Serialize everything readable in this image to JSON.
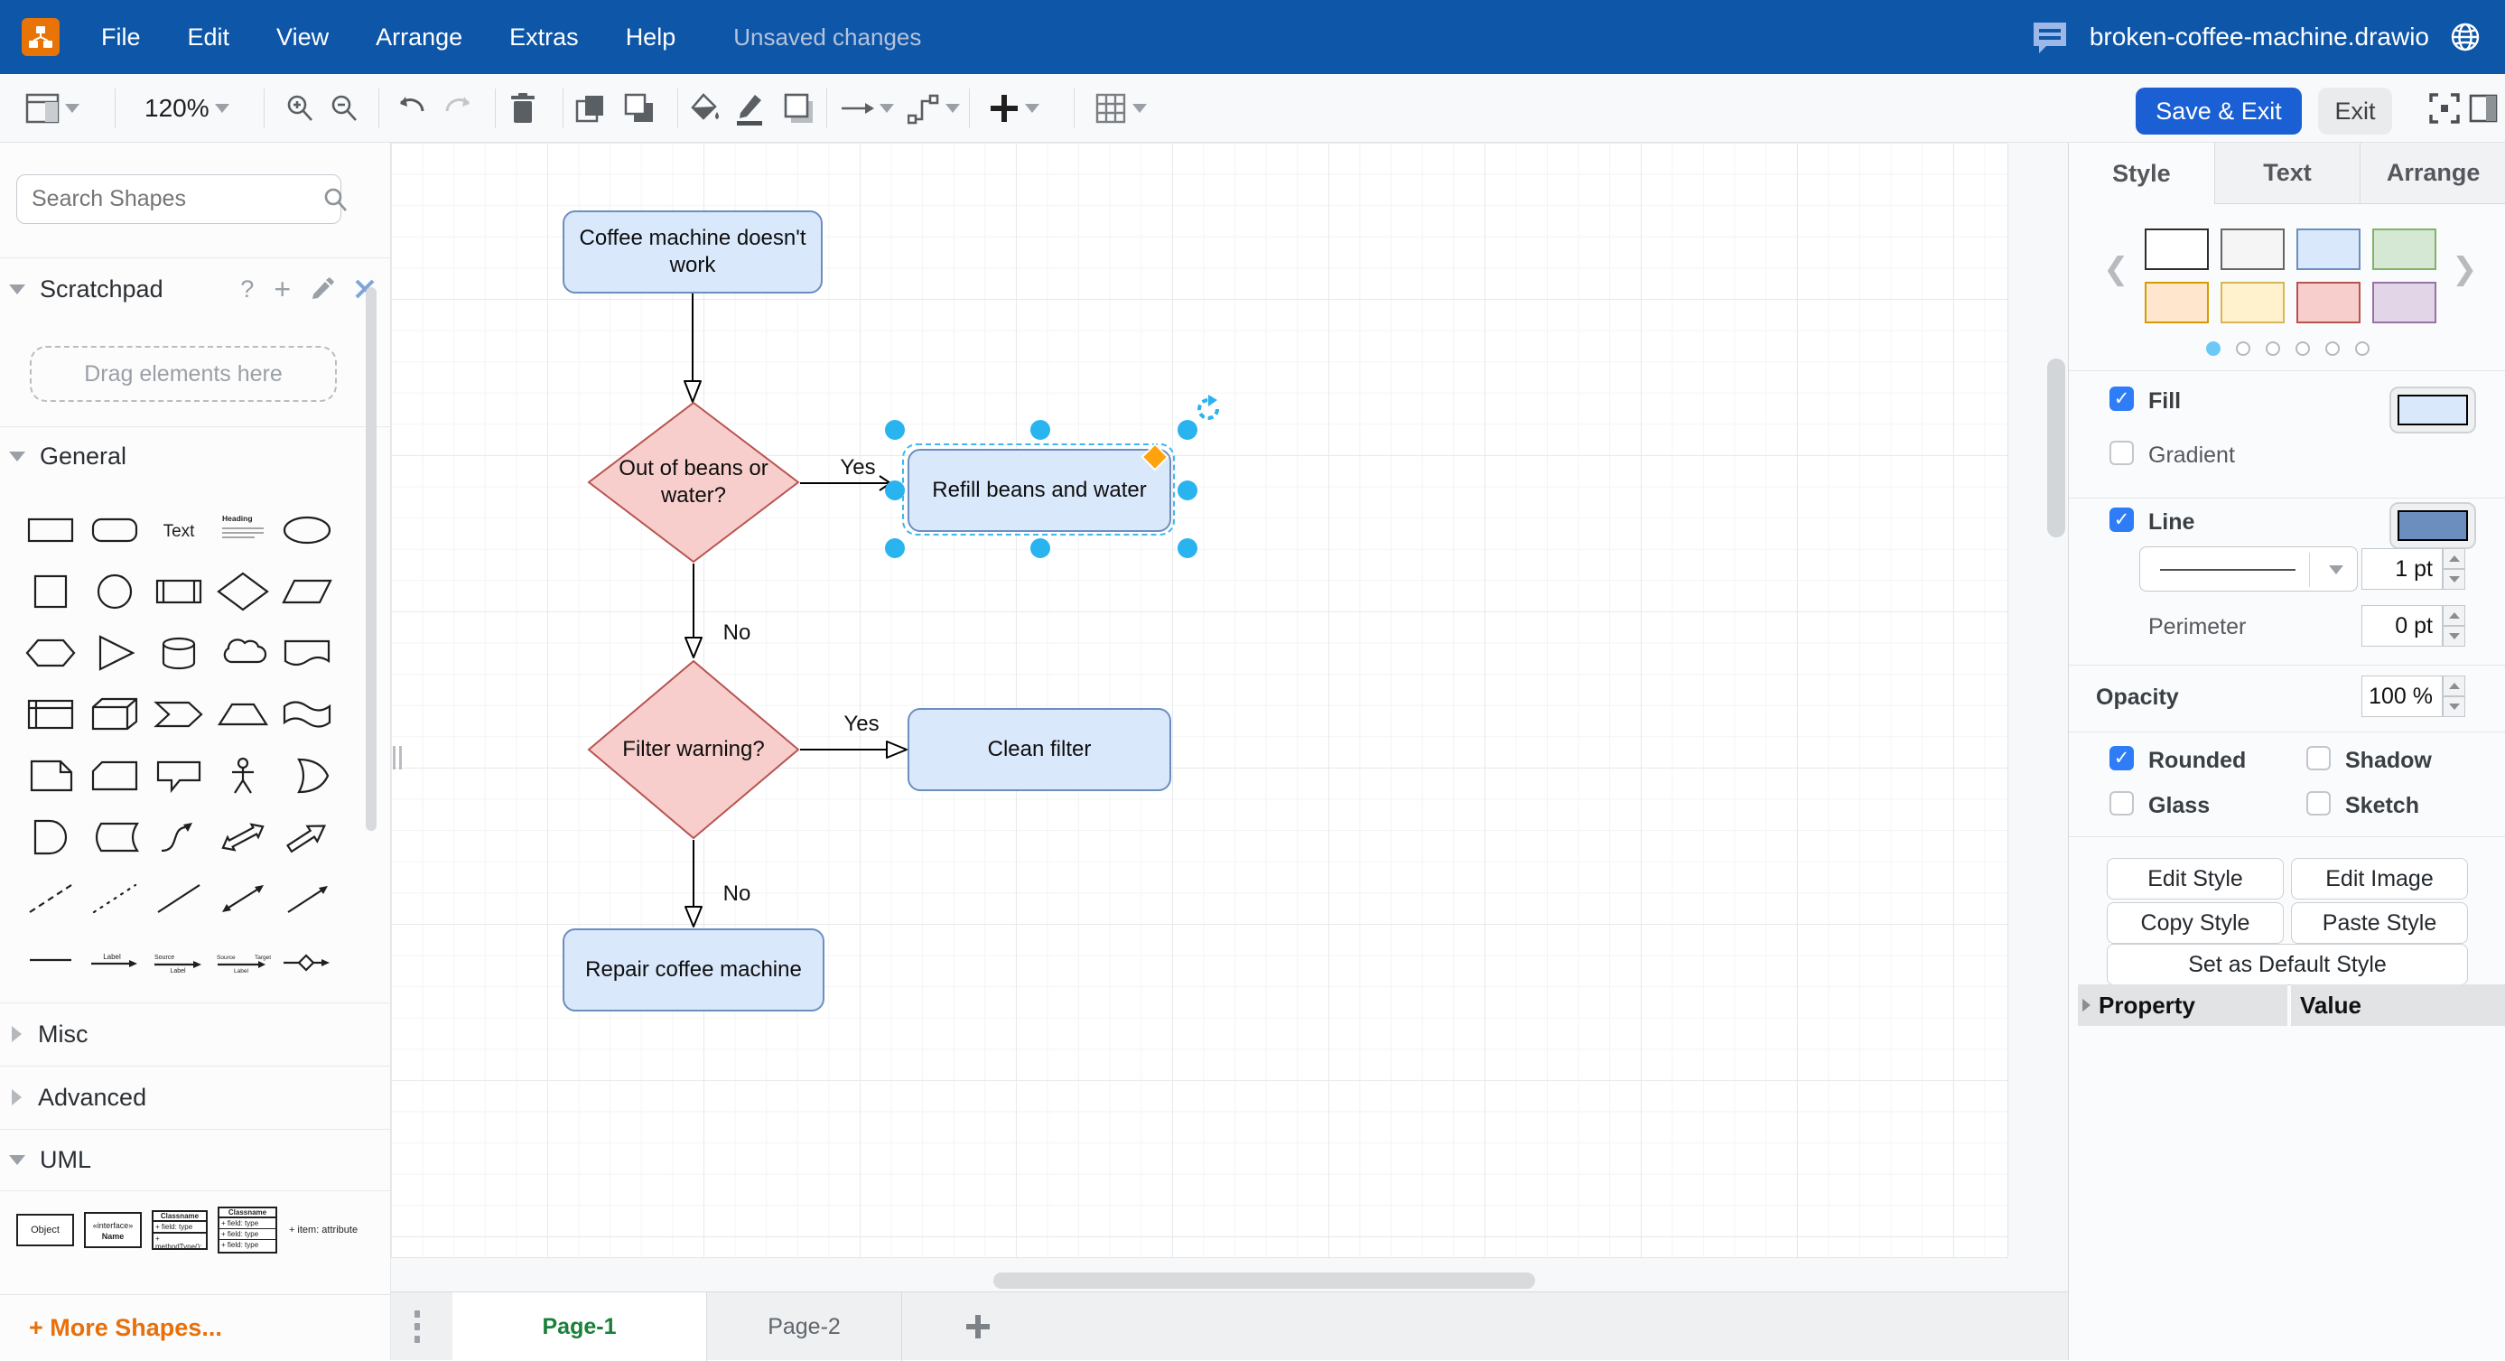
{
  "topbar": {
    "menus": [
      "File",
      "Edit",
      "View",
      "Arrange",
      "Extras",
      "Help"
    ],
    "status": "Unsaved changes",
    "filename": "broken-coffee-machine.drawio"
  },
  "toolbar": {
    "zoom_level": "120%",
    "save_exit_label": "Save & Exit",
    "exit_label": "Exit",
    "left_icons": [
      "view-panel",
      "zoom-dropdown",
      "zoom-in",
      "zoom-out",
      "undo",
      "redo",
      "delete",
      "to-front",
      "to-back",
      "fill-color",
      "line-color",
      "shadow",
      "connection",
      "waypoints",
      "insert",
      "table"
    ]
  },
  "sidebar": {
    "search_placeholder": "Search Shapes",
    "scratchpad": {
      "title": "Scratchpad",
      "help_glyph": "?",
      "add_glyph": "+"
    },
    "drag_hint": "Drag elements here",
    "sections": {
      "general": "General",
      "misc": "Misc",
      "advanced": "Advanced",
      "uml": "UML"
    },
    "more_shapes_label": "+ More Shapes...",
    "general_shapes": [
      {
        "name": "rectangle"
      },
      {
        "name": "rounded-rectangle"
      },
      {
        "name": "text",
        "label": "Text"
      },
      {
        "name": "heading",
        "label": "Heading"
      },
      {
        "name": "ellipse"
      },
      {
        "name": "square"
      },
      {
        "name": "circle"
      },
      {
        "name": "process"
      },
      {
        "name": "diamond"
      },
      {
        "name": "parallelogram"
      },
      {
        "name": "hexagon"
      },
      {
        "name": "triangle"
      },
      {
        "name": "cylinder"
      },
      {
        "name": "cloud"
      },
      {
        "name": "document"
      },
      {
        "name": "internal-storage"
      },
      {
        "name": "cube"
      },
      {
        "name": "step"
      },
      {
        "name": "trapezoid"
      },
      {
        "name": "tape"
      },
      {
        "name": "note"
      },
      {
        "name": "card"
      },
      {
        "name": "callout"
      },
      {
        "name": "actor"
      },
      {
        "name": "or"
      },
      {
        "name": "and"
      },
      {
        "name": "data-storage"
      },
      {
        "name": "curve"
      },
      {
        "name": "double-arrow"
      },
      {
        "name": "arrow-shape"
      },
      {
        "name": "dashed-line"
      },
      {
        "name": "dotted-line"
      },
      {
        "name": "line"
      },
      {
        "name": "bidirectional-arrow"
      },
      {
        "name": "directional-arrow"
      },
      {
        "name": "link"
      },
      {
        "name": "arrow-with-label",
        "label": "Label"
      },
      {
        "name": "arrow-source-label",
        "label": "Source,Label"
      },
      {
        "name": "arrow-source-target-label",
        "label": "Source,Label,Target"
      },
      {
        "name": "arrow-with-diamond"
      }
    ],
    "uml": {
      "object": "Object",
      "interface_stereotype": "«interface»",
      "interface_name": "Name",
      "classname": "Classname",
      "field": "+ field: type",
      "method": "+ methodType(): type",
      "item_attribute": "+ item: attribute"
    }
  },
  "canvas": {
    "nodes": {
      "start": "Coffee machine doesn't work",
      "decision1": "Out of beans or water?",
      "refill": "Refill beans and water",
      "decision2": "Filter warning?",
      "clean": "Clean filter",
      "repair": "Repair coffee machine"
    },
    "edge_labels": {
      "yes1": "Yes",
      "no1": "No",
      "yes2": "Yes",
      "no2": "No"
    },
    "node_fill": "#dae8fc",
    "node_stroke": "#6c8ebf",
    "decision_fill": "#f8cecc",
    "decision_stroke": "#b85450",
    "selection_color": "#29b3ef"
  },
  "footer": {
    "pages": [
      {
        "label": "Page-1"
      },
      {
        "label": "Page-2"
      }
    ]
  },
  "panel": {
    "tabs": [
      "Style",
      "Text",
      "Arrange"
    ],
    "style_presets": [
      {
        "fill": "#ffffff",
        "stroke": "#2d2d2d"
      },
      {
        "fill": "#f5f5f5",
        "stroke": "#666666"
      },
      {
        "fill": "#dae8fc",
        "stroke": "#6c8ebf"
      },
      {
        "fill": "#d5e8d4",
        "stroke": "#82b366"
      },
      {
        "fill": "#ffe6cc",
        "stroke": "#d79b00"
      },
      {
        "fill": "#fff2cc",
        "stroke": "#d6b656"
      },
      {
        "fill": "#f8cecc",
        "stroke": "#b85450"
      },
      {
        "fill": "#e1d5e7",
        "stroke": "#9673a6"
      }
    ],
    "pagination": {
      "count": 6,
      "active": 0
    },
    "fill_label": "Fill",
    "gradient_label": "Gradient",
    "line_label": "Line",
    "perimeter_label": "Perimeter",
    "opacity_label": "Opacity",
    "fill_color": "#dae8fc",
    "line_color": "#6c8ebf",
    "line_width": "1 pt",
    "perimeter_value": "0 pt",
    "opacity_value": "100 %",
    "checkboxes": [
      {
        "label": "Rounded",
        "checked": true
      },
      {
        "label": "Shadow",
        "checked": false
      },
      {
        "label": "Glass",
        "checked": false
      },
      {
        "label": "Sketch",
        "checked": false
      }
    ],
    "buttons": [
      "Edit Style",
      "Edit Image",
      "Copy Style",
      "Paste Style",
      "Set as Default Style"
    ],
    "property_header": "Property",
    "value_header": "Value"
  }
}
